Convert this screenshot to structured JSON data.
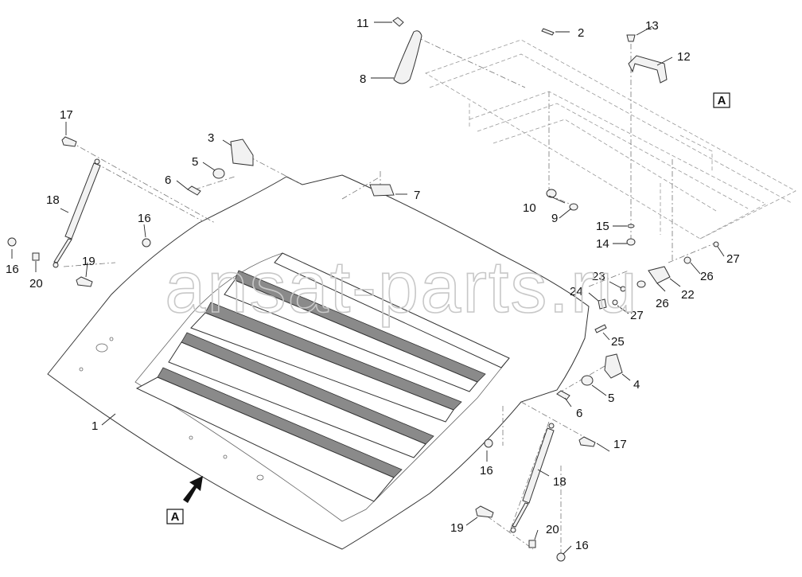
{
  "watermark": "ansat-parts.ru",
  "view_marker": "A",
  "callouts": {
    "c1": "1",
    "c2": "2",
    "c3": "3",
    "c4": "4",
    "c5a": "5",
    "c5b": "5",
    "c6a": "6",
    "c6b": "6",
    "c7": "7",
    "c8": "8",
    "c9": "9",
    "c10": "10",
    "c11": "11",
    "c12": "12",
    "c13": "13",
    "c14": "14",
    "c15": "15",
    "c16a": "16",
    "c16b": "16",
    "c16c": "16",
    "c16d": "16",
    "c17a": "17",
    "c17b": "17",
    "c18a": "18",
    "c18b": "18",
    "c19a": "19",
    "c19b": "19",
    "c20a": "20",
    "c20b": "20",
    "c22": "22",
    "c23": "23",
    "c24": "24",
    "c25": "25",
    "c26a": "26",
    "c26b": "26",
    "c27a": "27",
    "c27b": "27"
  }
}
